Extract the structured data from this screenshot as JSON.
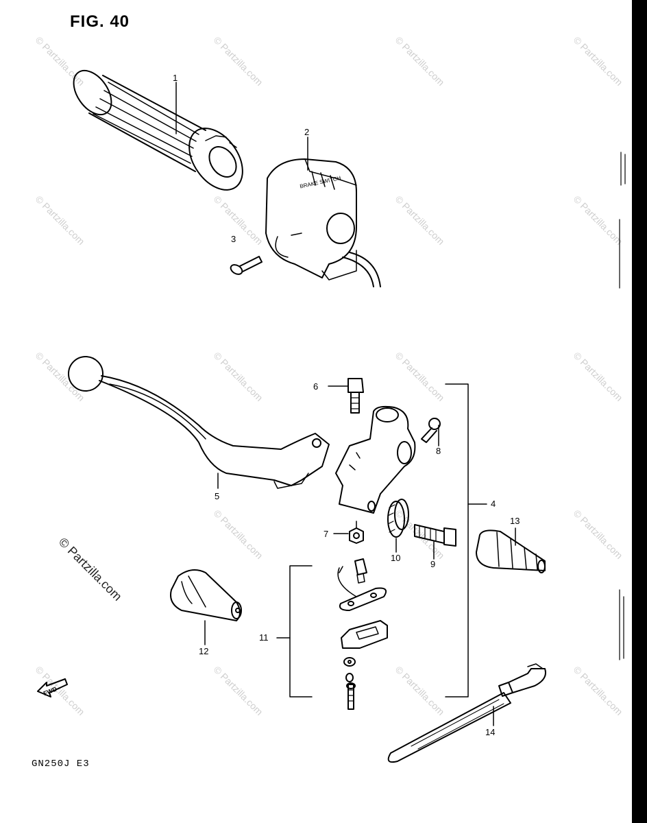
{
  "figure": {
    "title": "FIG. 40",
    "model_code": "GN250J  E3",
    "fwd_arrow_label": "FWD",
    "switch_text": "BRAKE SWITCH",
    "watermark": "© Partzilla.com"
  },
  "callouts": {
    "c1": "1",
    "c2": "2",
    "c3": "3",
    "c4": "4",
    "c5": "5",
    "c6": "6",
    "c7": "7",
    "c8": "8",
    "c9": "9",
    "c10": "10",
    "c11": "11",
    "c12": "12",
    "c13": "13",
    "c14": "14"
  },
  "colors": {
    "line": "#000000",
    "paper": "#ffffff",
    "watermark": "#cfcfcf"
  }
}
